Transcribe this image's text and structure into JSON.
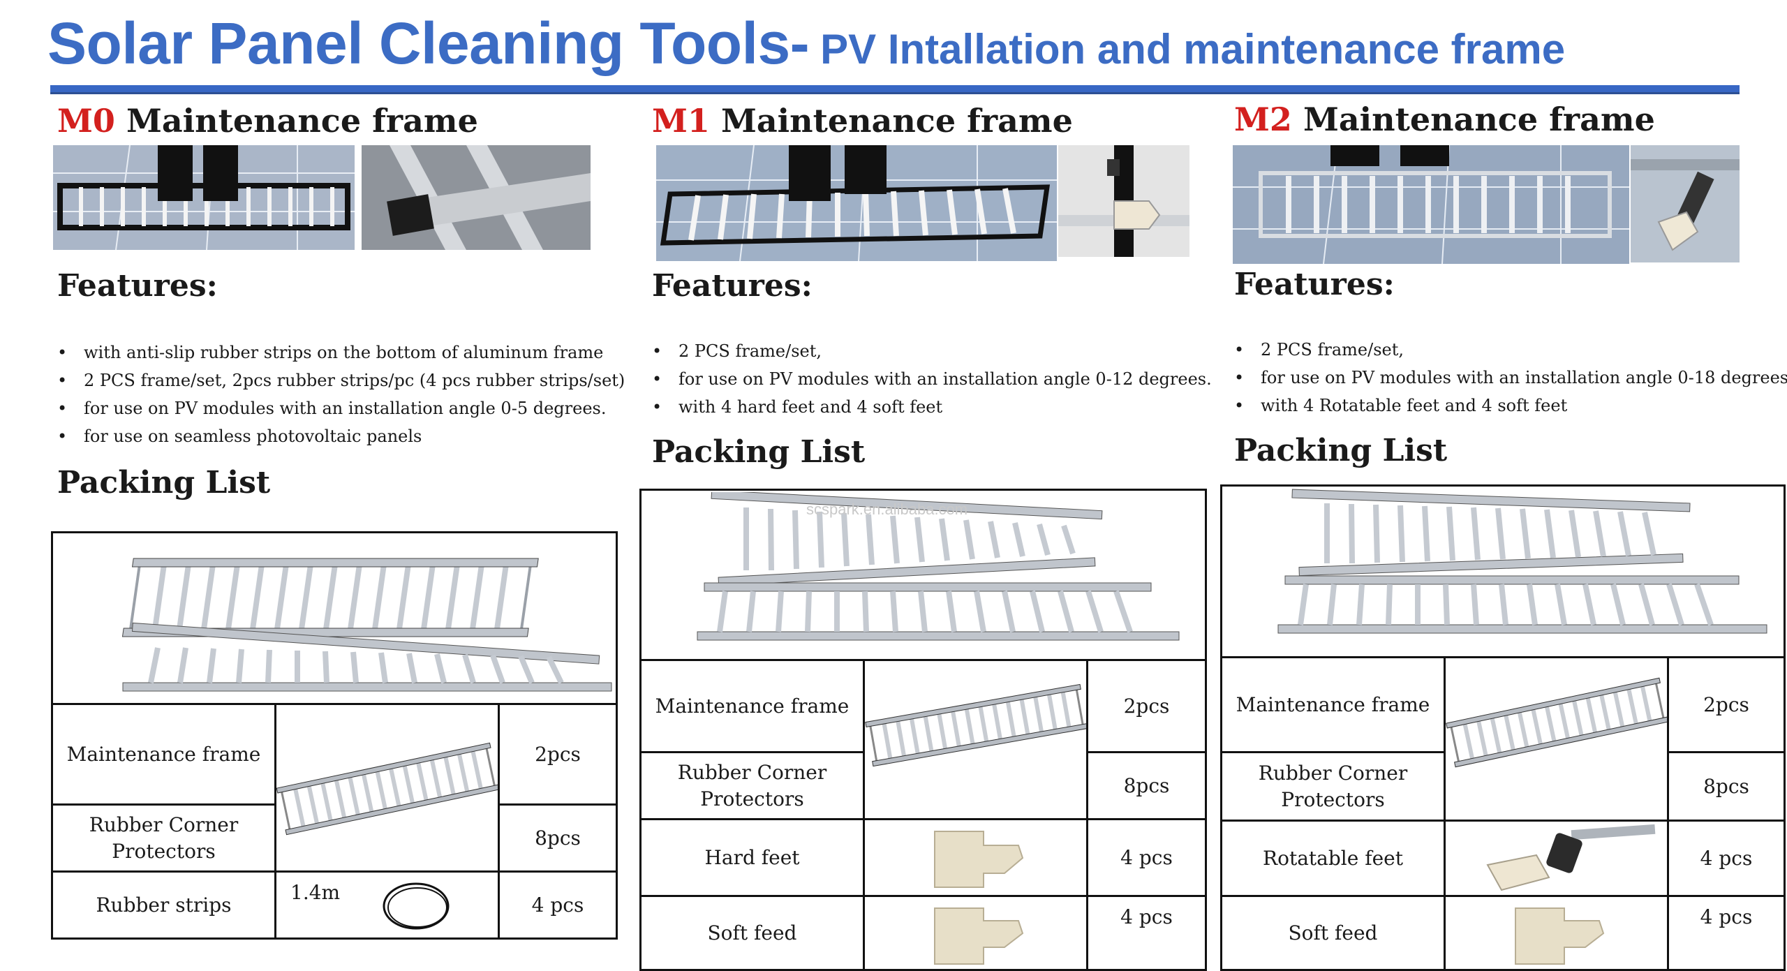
{
  "header": {
    "title": "Solar Panel Cleaning Tools-",
    "subtitle": "PV Intallation and maintenance frame"
  },
  "colors": {
    "accent_blue": "#3c6cc4",
    "model_red": "#d3201e",
    "border": "#111111"
  },
  "labels": {
    "features": "Features:",
    "packing": "Packing List"
  },
  "watermark": "scspark.en.alibaba.com",
  "columns": [
    {
      "model": "M0",
      "heading": "Maintenance frame",
      "features": [
        "with anti-slip rubber strips on the bottom of aluminum frame",
        "2 PCS frame/set, 2pcs rubber strips/pc (4 pcs rubber strips/set)",
        "for use on PV modules with an installation angle 0-5 degrees.",
        "for use on seamless photovoltaic panels"
      ],
      "rows": [
        {
          "item": "Maintenance frame",
          "qty": "2pcs"
        },
        {
          "item": "Rubber Corner Protectors",
          "qty": "8pcs"
        },
        {
          "item": "Rubber strips",
          "qty": "4 pcs",
          "note": "1.4m"
        }
      ]
    },
    {
      "model": "M1",
      "heading": "Maintenance frame",
      "features": [
        "2 PCS frame/set,",
        "for use on PV modules with an installation angle 0-12 degrees.",
        "with 4 hard feet and 4 soft feet"
      ],
      "rows": [
        {
          "item": "Maintenance frame",
          "qty": "2pcs"
        },
        {
          "item": "Rubber Corner Protectors",
          "qty": "8pcs"
        },
        {
          "item": "Hard feet",
          "qty": "4 pcs"
        },
        {
          "item": "Soft feed",
          "qty": "4 pcs"
        }
      ]
    },
    {
      "model": "M2",
      "heading": "Maintenance frame",
      "features": [
        "2 PCS frame/set,",
        "for use on PV modules with an installation angle 0-18 degrees.",
        "with 4 Rotatable feet and 4 soft feet"
      ],
      "rows": [
        {
          "item": "Maintenance frame",
          "qty": "2pcs"
        },
        {
          "item": "Rubber Corner Protectors",
          "qty": "8pcs"
        },
        {
          "item": "Rotatable feet",
          "qty": "4 pcs"
        },
        {
          "item": "Soft feed",
          "qty": "4 pcs"
        }
      ]
    }
  ]
}
